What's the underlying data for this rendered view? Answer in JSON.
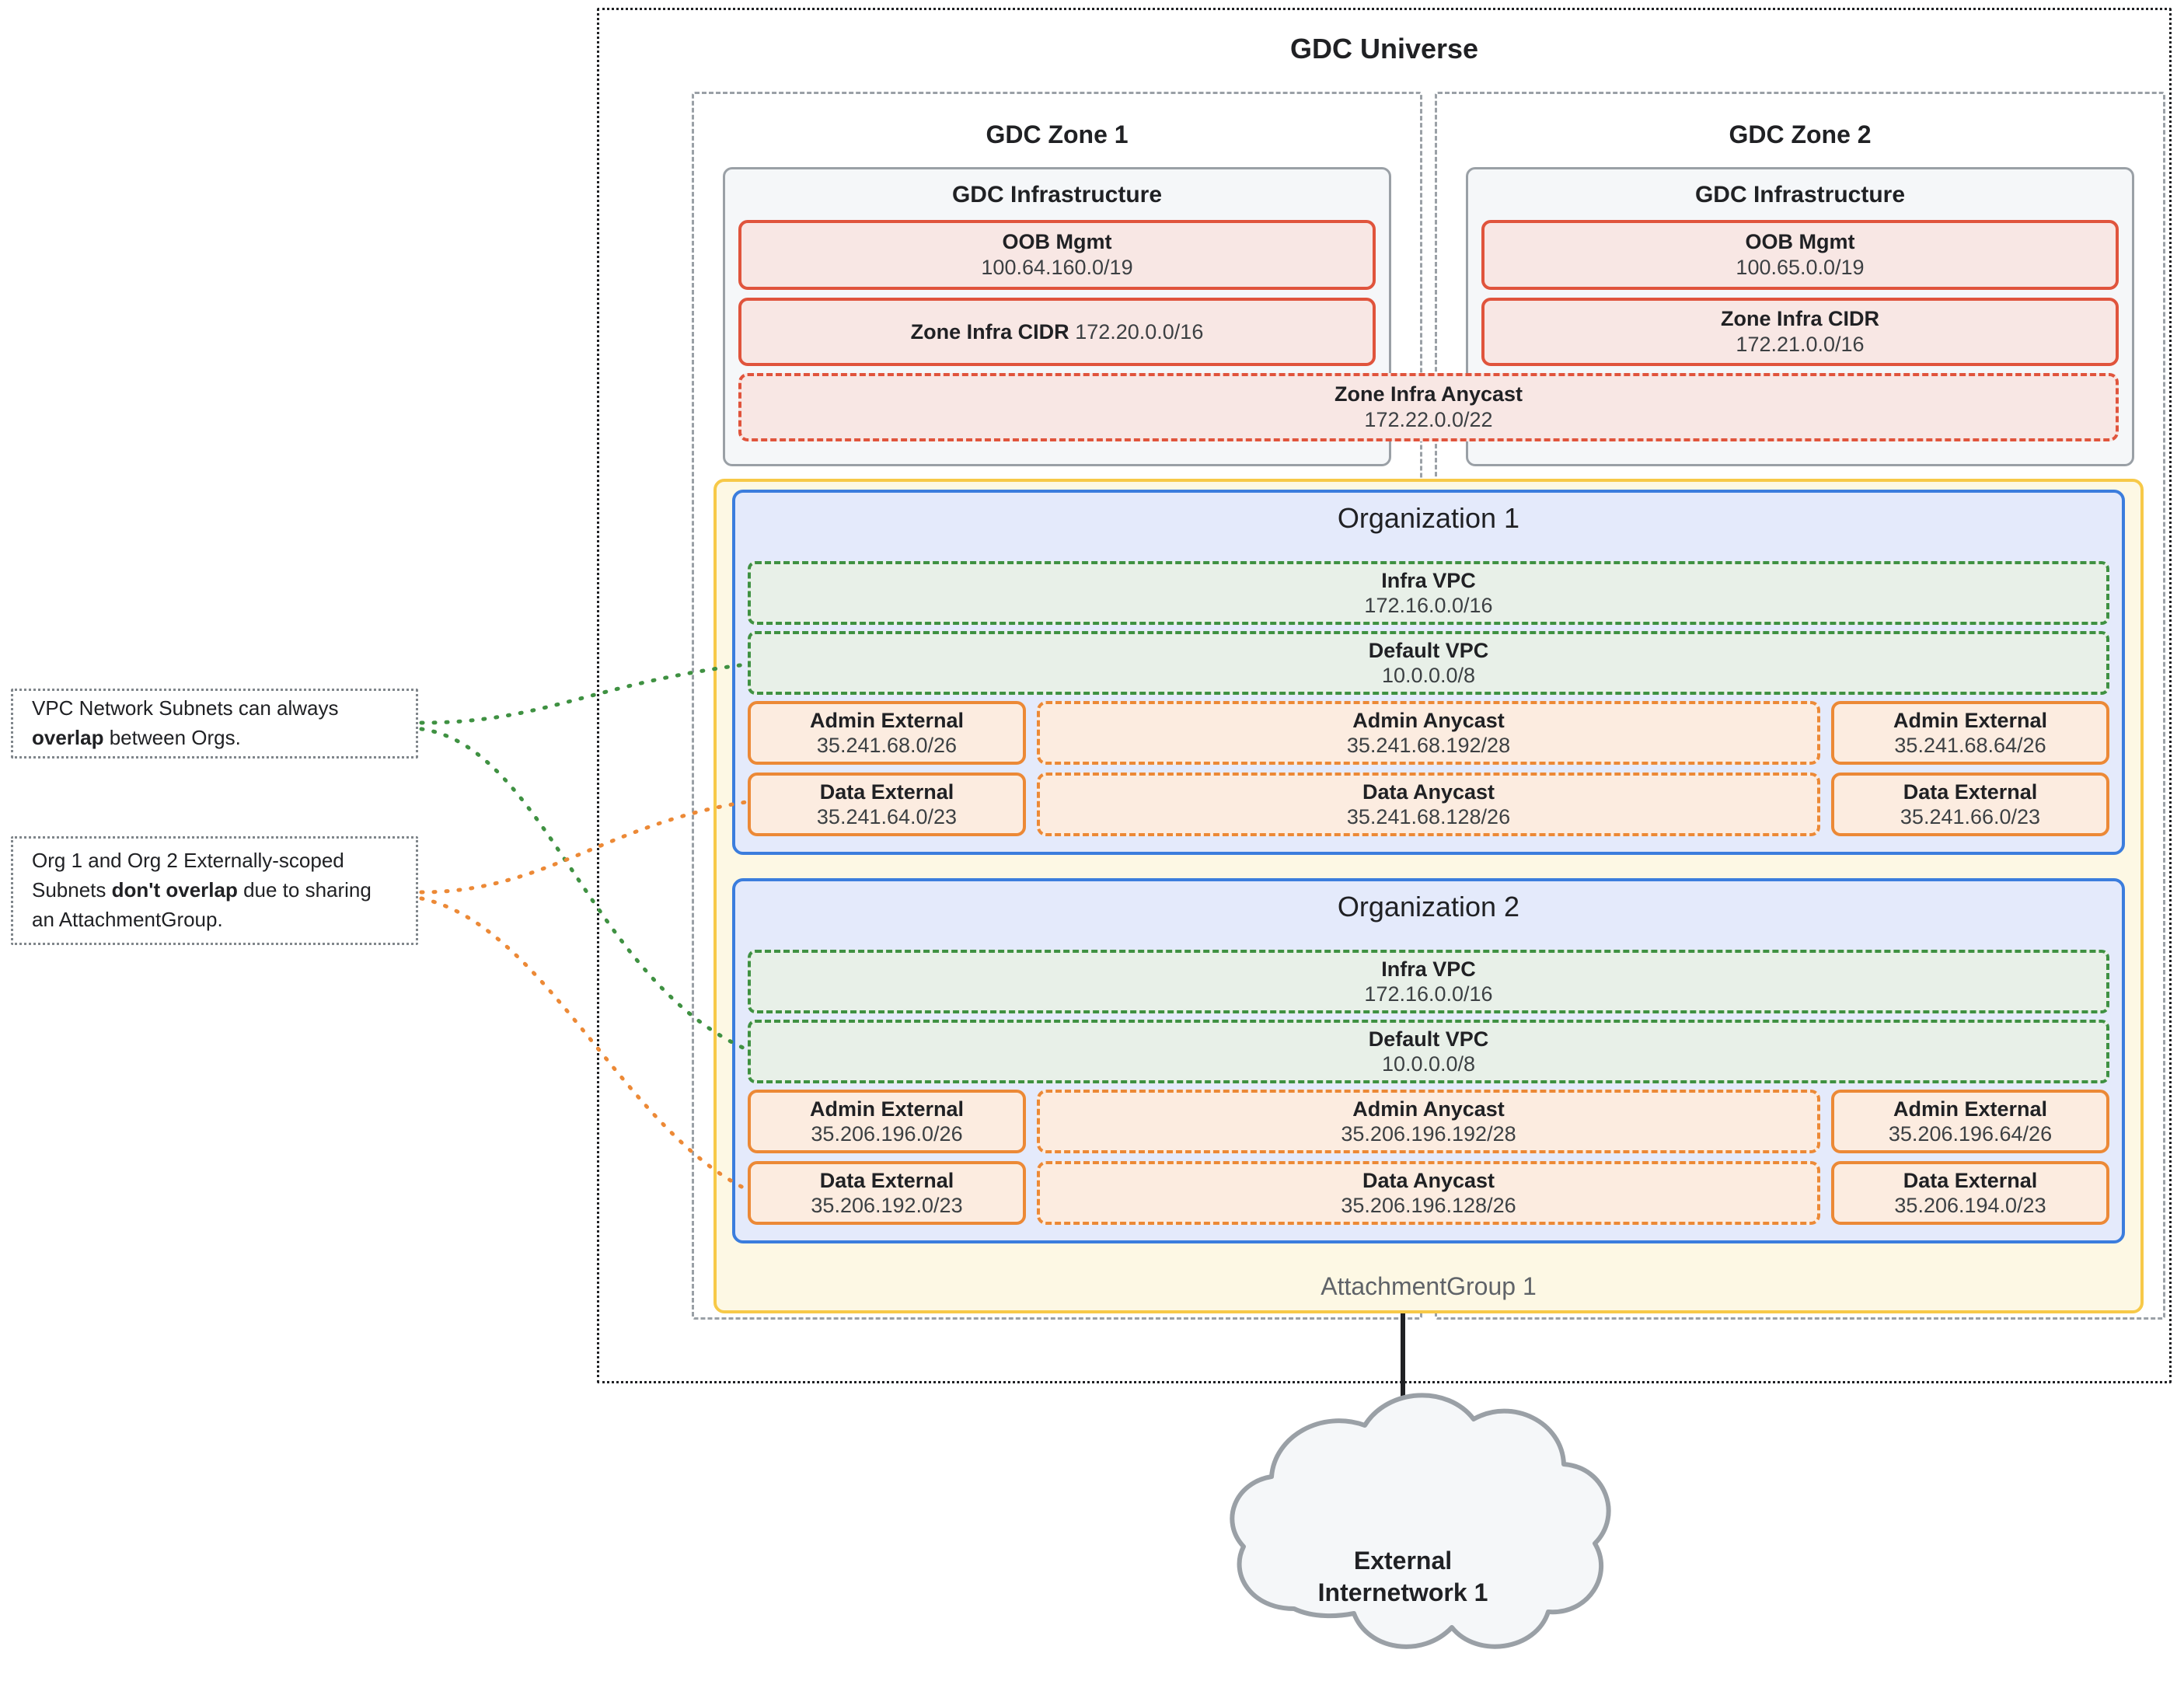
{
  "universe": {
    "title": "GDC Universe"
  },
  "zones": [
    {
      "title": "GDC Zone 1",
      "infra_title": "GDC Infrastructure",
      "oob": {
        "name": "OOB Mgmt",
        "cidr": "100.64.160.0/19"
      },
      "zone_infra_cidr": {
        "name": "Zone Infra CIDR",
        "cidr": "172.20.0.0/16",
        "layout": "inline"
      }
    },
    {
      "title": "GDC Zone 2",
      "infra_title": "GDC Infrastructure",
      "oob": {
        "name": "OOB Mgmt",
        "cidr": "100.65.0.0/19"
      },
      "zone_infra_cidr": {
        "name": "Zone Infra CIDR",
        "cidr": "172.21.0.0/16",
        "layout": "stacked"
      }
    }
  ],
  "zone_infra_anycast": {
    "name": "Zone Infra Anycast",
    "cidr": "172.22.0.0/22"
  },
  "attachment_group": {
    "label": "AttachmentGroup 1"
  },
  "organizations": [
    {
      "title": "Organization 1",
      "vpcs": [
        {
          "name": "Infra VPC",
          "cidr": "172.16.0.0/16"
        },
        {
          "name": "Default VPC",
          "cidr": "10.0.0.0/8"
        }
      ],
      "subnets": {
        "admin_left": {
          "name": "Admin External",
          "cidr": "35.241.68.0/26"
        },
        "admin_mid": {
          "name": "Admin Anycast",
          "cidr": "35.241.68.192/28"
        },
        "admin_right": {
          "name": "Admin External",
          "cidr": "35.241.68.64/26"
        },
        "data_left": {
          "name": "Data External",
          "cidr": "35.241.64.0/23"
        },
        "data_mid": {
          "name": "Data Anycast",
          "cidr": "35.241.68.128/26"
        },
        "data_right": {
          "name": "Data External",
          "cidr": "35.241.66.0/23"
        }
      }
    },
    {
      "title": "Organization 2",
      "vpcs": [
        {
          "name": "Infra VPC",
          "cidr": "172.16.0.0/16"
        },
        {
          "name": "Default VPC",
          "cidr": "10.0.0.0/8"
        }
      ],
      "subnets": {
        "admin_left": {
          "name": "Admin External",
          "cidr": "35.206.196.0/26"
        },
        "admin_mid": {
          "name": "Admin Anycast",
          "cidr": "35.206.196.192/28"
        },
        "admin_right": {
          "name": "Admin External",
          "cidr": "35.206.196.64/26"
        },
        "data_left": {
          "name": "Data External",
          "cidr": "35.206.192.0/23"
        },
        "data_mid": {
          "name": "Data Anycast",
          "cidr": "35.206.196.128/26"
        },
        "data_right": {
          "name": "Data External",
          "cidr": "35.206.194.0/23"
        }
      }
    }
  ],
  "notes": {
    "overlap": {
      "prefix": "VPC Network Subnets can always ",
      "emphasis": "overlap",
      "suffix": " between Orgs."
    },
    "no_overlap": {
      "prefix": "Org 1 and Org 2 Externally-scoped Subnets ",
      "emphasis": "don't overlap",
      "suffix": " due to sharing an AttachmentGroup."
    }
  },
  "cloud": {
    "line1": "External",
    "line2": "Internetwork 1"
  },
  "colors": {
    "universe_border": "#202124",
    "zone_border": "#9aa0a6",
    "infra_fill": "#f5f7f9",
    "cidr_red_fill": "#f8e7e4",
    "cidr_red_border": "#e0543c",
    "org_fill": "#e4eafb",
    "org_border": "#3b7ddd",
    "vpc_fill": "#e8f0e8",
    "vpc_border": "#3f9142",
    "subnet_fill": "#fcece0",
    "subnet_border": "#ec8936",
    "attachment_fill": "#fdf8e4",
    "attachment_border": "#f7c948",
    "cloud_fill": "#f5f7f9",
    "cloud_border": "#9aa0a6"
  }
}
